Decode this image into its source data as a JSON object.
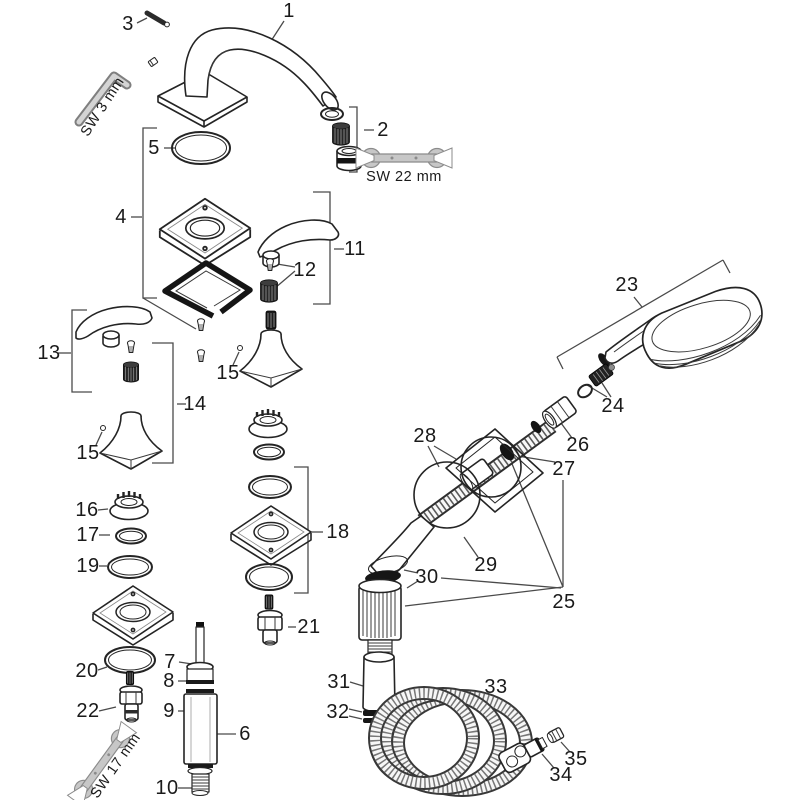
{
  "parts": {
    "1": "1",
    "2": "2",
    "3": "3",
    "4": "4",
    "5": "5",
    "6": "6",
    "7": "7",
    "8": "8",
    "9": "9",
    "10": "10",
    "11": "11",
    "12": "12",
    "13": "13",
    "14": "14",
    "15": "15",
    "16": "16",
    "17": "17",
    "18": "18",
    "19": "19",
    "20": "20",
    "21": "21",
    "22": "22",
    "23": "23",
    "24": "24",
    "25": "25",
    "26": "26",
    "27": "27",
    "28": "28",
    "29": "29",
    "30": "30",
    "31": "31",
    "32": "32",
    "33": "33",
    "34": "34",
    "35": "35"
  },
  "tools": {
    "allen_key": "SW 3 mm",
    "open_end_wrench_large": "SW 22 mm",
    "open_end_wrench_small": "SW 17 mm"
  },
  "colors": {
    "background": "#ffffff",
    "line": "#242424",
    "label_text": "#1a1a1a",
    "tool_fill": "#c7c7c7",
    "dark_part": "#1c1c1c"
  }
}
